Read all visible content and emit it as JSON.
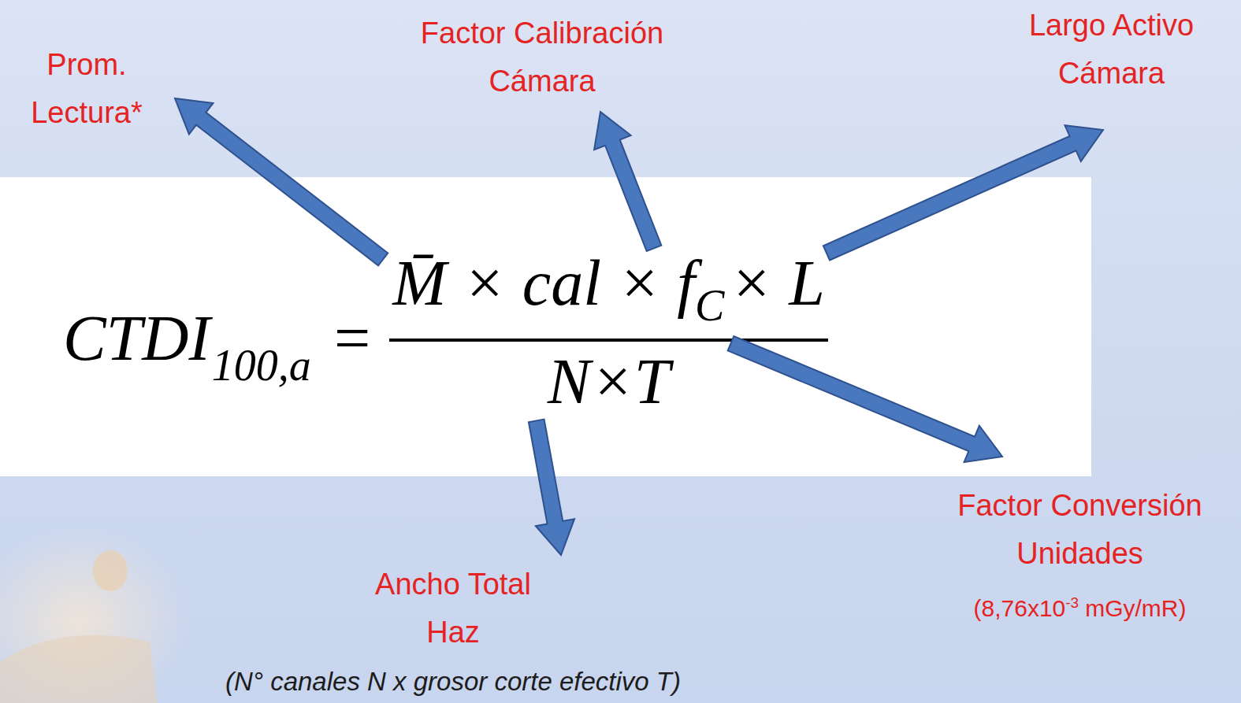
{
  "diagram": {
    "nodes": [
      {
        "text": [
          "CTDI",
          "100,a",
          "=",
          "M̄ × cal × f",
          "C",
          "× L",
          "N×T"
        ]
      }
    ],
    "labels": [
      "Prom. Lectura*",
      "Factor Calibración Cámara",
      "Largo Activo Cámara",
      "Factor Conversión Unidades",
      "(8,76x10",
      "-3",
      "mGy/mR)",
      "Ancho Total Haz",
      "(N° canales N x grosor corte efectivo T)"
    ]
  }
}
